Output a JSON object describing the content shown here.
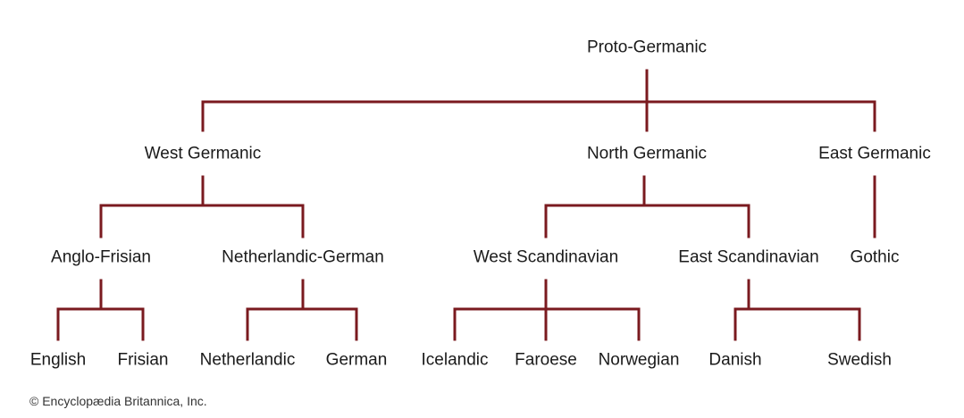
{
  "diagram": {
    "line_color": "#7a1a1f",
    "text_color": "#1a1a1a",
    "nodes": {
      "proto_germanic": "Proto-Germanic",
      "west_germanic": "West Germanic",
      "north_germanic": "North Germanic",
      "east_germanic": "East Germanic",
      "anglo_frisian": "Anglo-Frisian",
      "netherlandic_german": "Netherlandic-German",
      "west_scandinavian": "West Scandinavian",
      "east_scandinavian": "East Scandinavian",
      "gothic": "Gothic",
      "english": "English",
      "frisian": "Frisian",
      "netherlandic": "Netherlandic",
      "german": "German",
      "icelandic": "Icelandic",
      "faroese": "Faroese",
      "norwegian": "Norwegian",
      "danish": "Danish",
      "swedish": "Swedish"
    }
  },
  "footer": {
    "copyright": "© Encyclopædia Britannica, Inc."
  }
}
